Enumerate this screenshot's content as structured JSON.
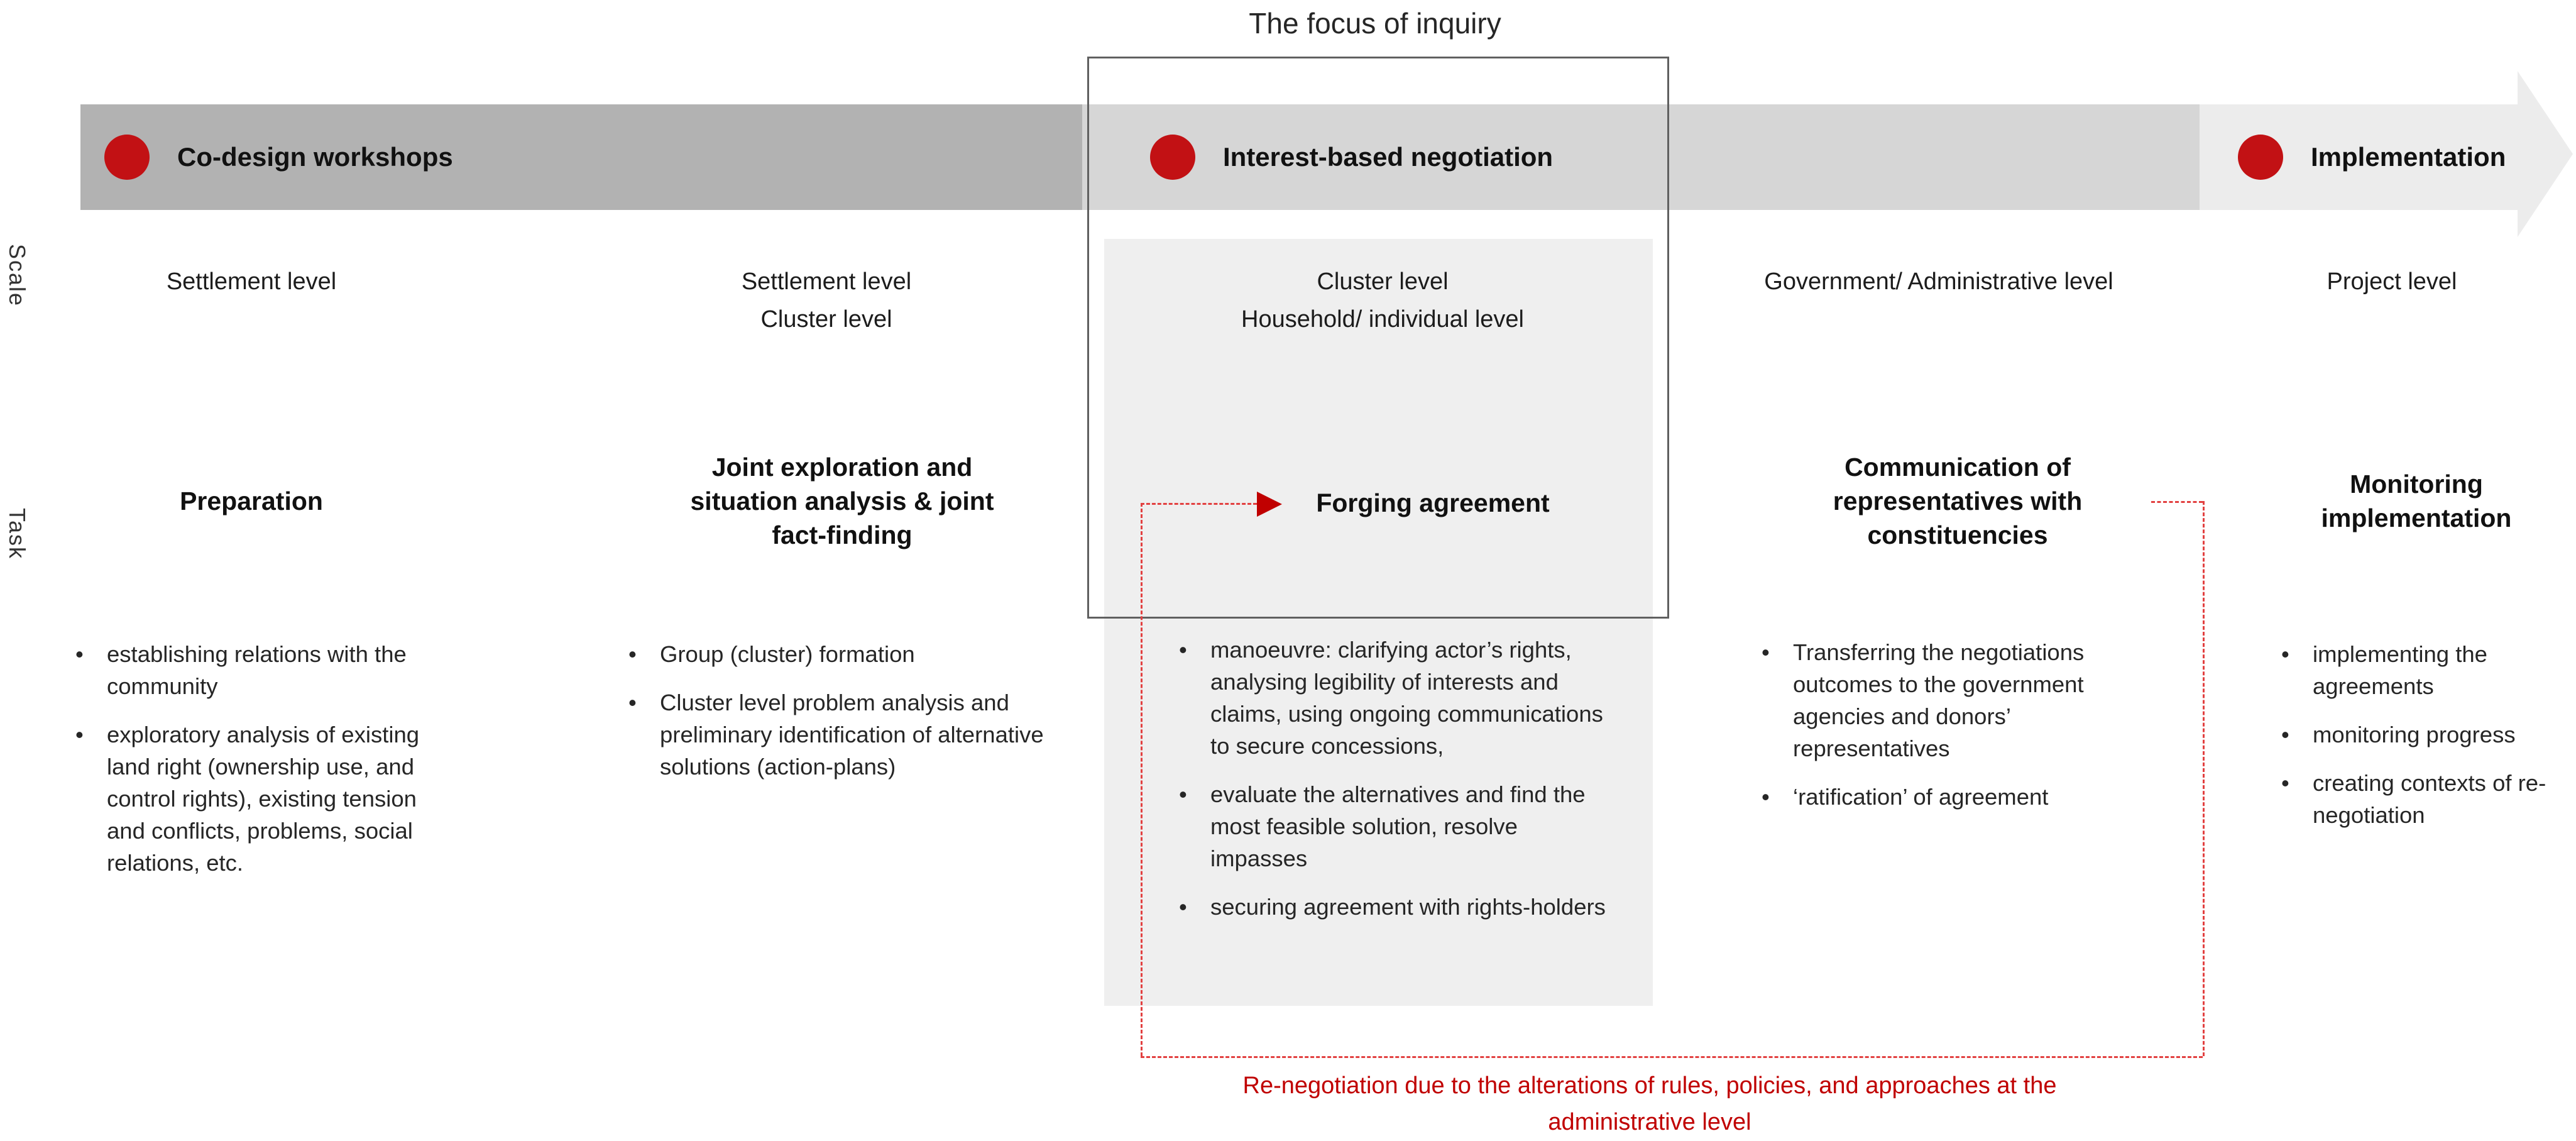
{
  "title": "The focus of inquiry",
  "side_labels": {
    "scale": "Scale",
    "task": "Task"
  },
  "phases": [
    {
      "label": "Co-design workshops"
    },
    {
      "label": "Interest-based negotiation"
    },
    {
      "label": "Implementation"
    }
  ],
  "columns": [
    {
      "scale_lines": [
        "Settlement level"
      ],
      "heading": "Preparation",
      "bullets": [
        "establishing relations with the community",
        "exploratory analysis of existing land right (ownership use, and control rights), existing tension and conflicts, problems, social relations, etc."
      ]
    },
    {
      "scale_lines": [
        "Settlement level",
        "Cluster level"
      ],
      "heading": "Joint exploration and situation analysis & joint fact-finding",
      "bullets": [
        "Group (cluster) formation",
        "Cluster level problem analysis and preliminary identification of alternative solutions (action-plans)"
      ]
    },
    {
      "scale_lines": [
        "Cluster level",
        "Household/ individual level"
      ],
      "heading": "Forging agreement",
      "bullets": [
        "manoeuvre: clarifying actor’s rights, analysing legibility of interests and claims, using ongoing communications to secure concessions,",
        "evaluate the alternatives and find the most feasible solution, resolve impasses",
        "securing agreement with rights-holders"
      ]
    },
    {
      "scale_lines": [
        "Government/ Administrative level"
      ],
      "heading": "Communication of representatives with constituencies",
      "bullets": [
        "Transferring the negotiations outcomes to the government agencies and donors’ representatives",
        "‘ratification’ of agreement"
      ]
    },
    {
      "scale_lines": [
        "Project level"
      ],
      "heading": "Monitoring implementation",
      "bullets": [
        "implementing the agreements",
        "monitoring progress",
        "creating contexts of re-negotiation"
      ]
    }
  ],
  "feedback_note": "Re-negotiation due to the alterations of rules, policies, and approaches at the administrative level",
  "colors": {
    "phase_marker_red": "#c21114",
    "feedback_red": "#c00000",
    "dashed_line_red": "#e24040",
    "banner_dark_gray": "#b2b2b2",
    "banner_medium_gray": "#d6d6d6",
    "banner_light_gray": "#ececec",
    "focus_column_gray": "#efefef",
    "focus_rect_border": "#606060"
  }
}
